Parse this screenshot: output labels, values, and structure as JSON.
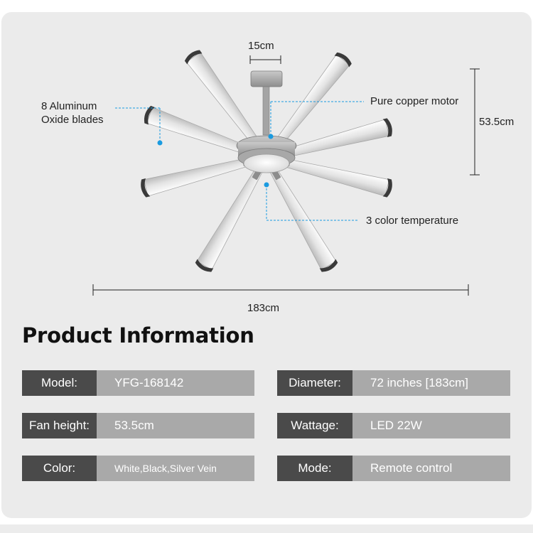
{
  "diagram": {
    "dim_top": "15cm",
    "dim_height": "53.5cm",
    "dim_width": "183cm",
    "callout_blades": [
      "8 Aluminum",
      "Oxide blades"
    ],
    "callout_motor": "Pure copper motor",
    "callout_light": "3 color temperature"
  },
  "section_title": "Product Information",
  "specs_left": [
    {
      "label": "Model:",
      "value": "YFG-168142"
    },
    {
      "label": "Fan height:",
      "value": "53.5cm"
    },
    {
      "label": "Color:",
      "value": "White,Black,Silver Vein"
    }
  ],
  "specs_right": [
    {
      "label": "Diameter:",
      "value": "72 inches [183cm]"
    },
    {
      "label": "Wattage:",
      "value": "LED 22W"
    },
    {
      "label": "Mode:",
      "value": "Remote control"
    }
  ],
  "colors": {
    "callout_dot": "#1a9be0",
    "key_bg": "#4a4a4a",
    "value_bg": "#a9a9a9"
  }
}
